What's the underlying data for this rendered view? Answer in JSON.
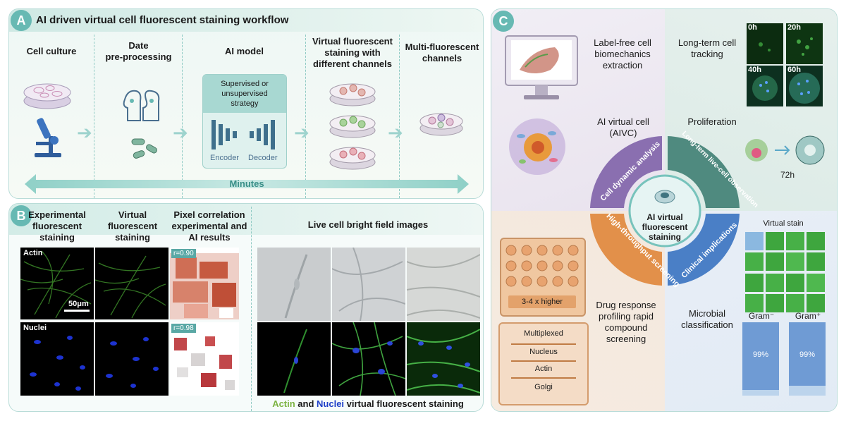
{
  "panelA": {
    "badge": "A",
    "title": "AI driven virtual cell fluorescent staining workflow",
    "steps": [
      "Cell culture",
      "Date\npre-processing",
      "AI model",
      "Virtual fluorescent\nstaining with\ndifferent channels",
      "Multi-fluorescent\nchannels"
    ],
    "model_box": "Supervised or\nunsupervised\nstrategy",
    "encoder": "Encoder",
    "decoder": "Decoder",
    "time_label": "Minutes"
  },
  "panelB": {
    "badge": "B",
    "headers": [
      "Experimental\nfluorescent\nstaining",
      "Virtual\nfluorescent\nstaining",
      "Pixel correlation\nexperimental and\nAI results",
      "Live cell bright field images"
    ],
    "row_labels": [
      "Actin",
      "Nuclei"
    ],
    "scale_bar": "50μm",
    "correlations": [
      "r=0.90",
      "r=0.98"
    ],
    "caption_actin": "Actin",
    "caption_and": " and ",
    "caption_nuclei": "Nuclei",
    "caption_rest": " virtual fluorescent staining",
    "colors": {
      "actin": "#7cb342",
      "nuclei": "#1e3fc8",
      "accent": "#67b9b3"
    }
  },
  "panelC": {
    "badge": "C",
    "label_free": "Label-free cell\nbiomechanics\nextraction",
    "tracking": "Long-term cell\ntracking",
    "timepoints": [
      "0h",
      "20h",
      "40h",
      "60h"
    ],
    "aivc": "AI virtual cell\n(AIVC)",
    "proliferation": "Proliferation",
    "prolif_time": "72h",
    "center": "AI virtual\nfluorescent\nstaining",
    "segments": [
      "Cell dynamic analysis",
      "Long-term live-cell observation",
      "High-throughput screening",
      "Clinical implications"
    ],
    "plate_label": "3-4 x higher",
    "multiplex": [
      "Multiplexed",
      "Nucleus",
      "Actin",
      "Golgi"
    ],
    "drug": "Drug response\nprofiling rapid\ncompound\nscreening",
    "virtual_stain": "Virtual stain",
    "microbial": "Microbial\nclassification",
    "gram_neg": "Gram⁻",
    "gram_pos": "Gram⁺",
    "bar_neg": "99%",
    "bar_pos": "99%"
  }
}
